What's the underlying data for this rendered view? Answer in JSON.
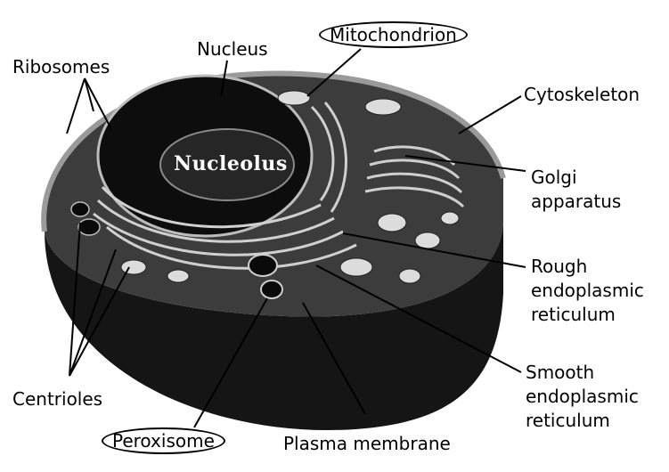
{
  "diagram": {
    "labels": {
      "nucleus": "Nucleus",
      "mitochondrion": "Mitochondrion",
      "ribosomes": "Ribosomes",
      "cytoskeleton": "Cytoskeleton",
      "nucleolus": "Nucleolus",
      "golgi_line1": "Golgi",
      "golgi_line2": "apparatus",
      "rough_er_line1": "Rough",
      "rough_er_line2": "endoplasmic",
      "rough_er_line3": "reticulum",
      "smooth_er_line1": "Smooth",
      "smooth_er_line2": "endoplasmic",
      "smooth_er_line3": "reticulum",
      "centrioles": "Centrioles",
      "peroxisome": "Peroxisome",
      "plasma_membrane": "Plasma membrane"
    },
    "colors": {
      "cell_body": "#1a1a1a",
      "cell_top": "#3a3a3a",
      "organelle_light": "#d8d8d8",
      "label_text": "#000000",
      "background": "#ffffff"
    }
  }
}
